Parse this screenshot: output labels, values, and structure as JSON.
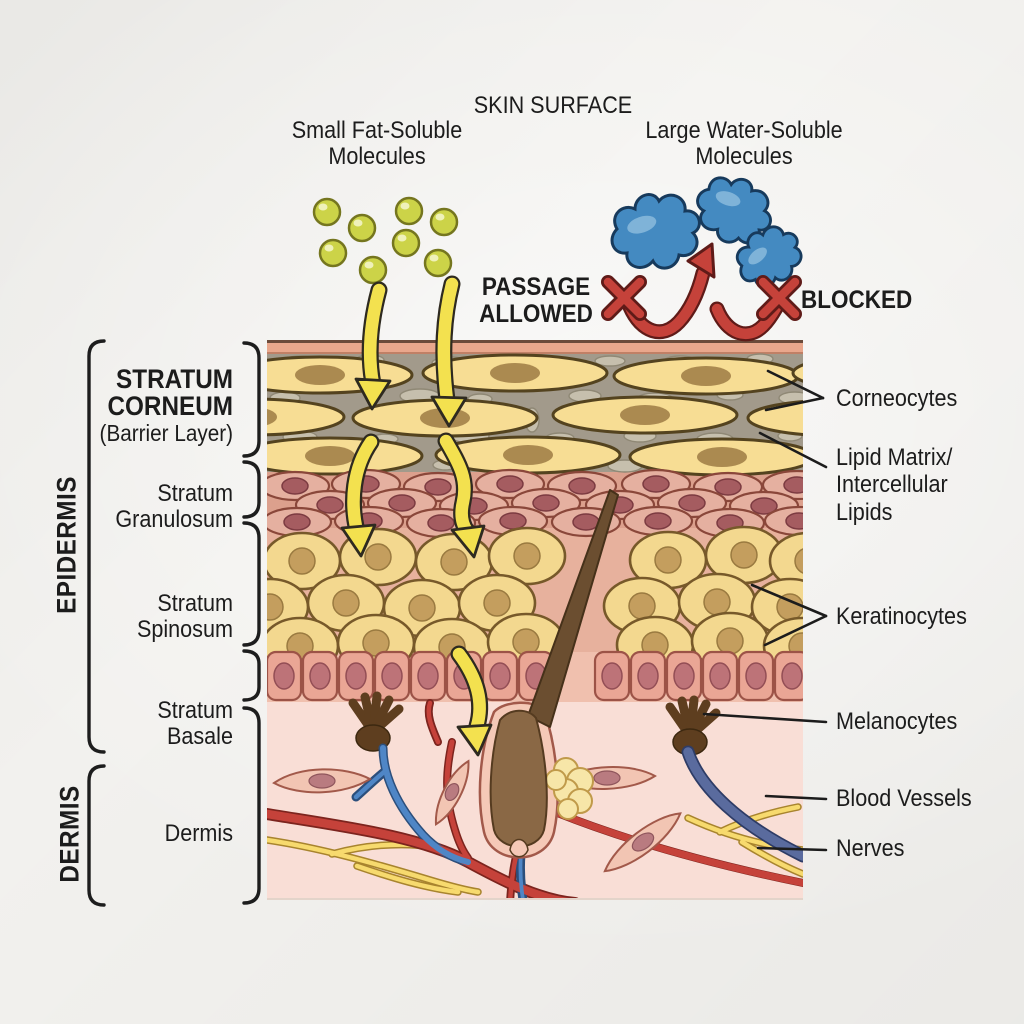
{
  "header": {
    "skin_surface": "SKIN SURFACE",
    "left_molecules_label": "Small Fat-Soluble\nMolecules",
    "right_molecules_label": "Large Water-Soluble\nMolecules",
    "passage_allowed": "PASSAGE\nALLOWED",
    "blocked": "BLOCKED"
  },
  "left_panel": {
    "epidermis_label": "EPIDERMIS",
    "dermis_label": "DERMIS",
    "layers": [
      {
        "title": "STRATUM\nCORNEUM",
        "subtitle": "(Barrier Layer)"
      },
      {
        "title": "Stratum\nGranulosum"
      },
      {
        "title": "Stratum\nSpinosum"
      },
      {
        "title": "Stratum\nBasale"
      },
      {
        "title": "Dermis"
      }
    ]
  },
  "right_panel": {
    "labels": {
      "corneocytes": "Corneocytes",
      "lipid_matrix": "Lipid Matrix/\nIntercellular\nLipids",
      "keratinocytes": "Keratinocytes",
      "melanocytes": "Melanocytes",
      "blood_vessels": "Blood Vessels",
      "nerves": "Nerves"
    }
  },
  "colors": {
    "background": "#f2f1ee",
    "text": "#1c1c1c",
    "fat_soluble_molecule": "#ccd348",
    "water_soluble_molecule": "#448ac1",
    "passage_arrow": "#f3e14f",
    "blocked_arrow": "#c5423a",
    "skin_surface_band": "#e9a78c",
    "lipid_matrix_gray": "#a29a8b",
    "corneocyte_yellow": "#f7dd94",
    "granulosum_pink": "#e5b0a0",
    "spinosum_yellow": "#f3d88f",
    "basale_pink": "#eaa695",
    "melanocyte_brown": "#5e3e1f",
    "dermis_pink": "#f9ded6",
    "blood_vessel_red": "#c5423a",
    "blood_vessel_blue": "#4f86c6",
    "nerve_yellow": "#f7da6e",
    "hair_brown": "#6b4e30"
  }
}
